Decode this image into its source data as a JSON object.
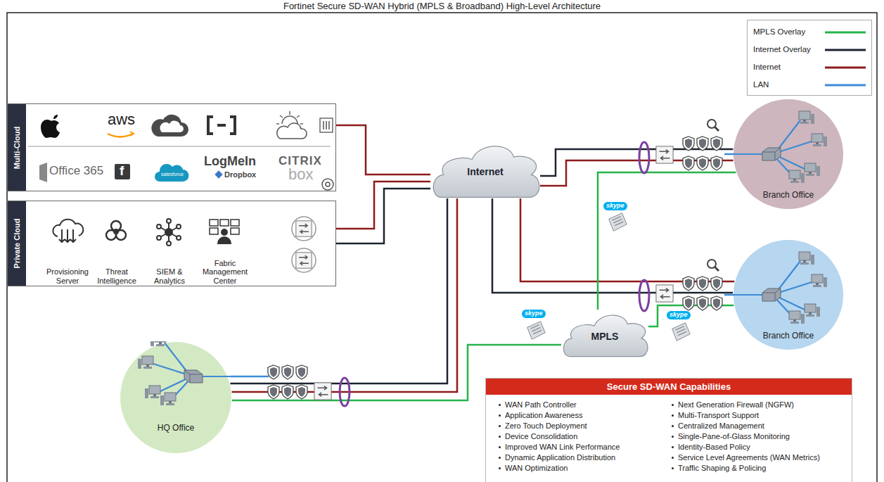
{
  "diagram": {
    "title": "Fortinet Secure SD-WAN Hybrid (MPLS & Broadband) High-Level Architecture",
    "nodes": [
      {
        "text": [
          "Multi-Cloud"
        ]
      },
      {
        "text": [
          "Private Cloud"
        ]
      },
      {
        "text": [
          "Provisioning Server"
        ],
        "in": 1
      },
      {
        "text": [
          "Threat Intelligence"
        ],
        "in": 1
      },
      {
        "text": [
          "SIEM & Analytics"
        ],
        "in": 1
      },
      {
        "text": [
          "Fabric Management Center"
        ],
        "in": 1
      },
      {
        "text": [
          "Internet"
        ]
      },
      {
        "text": [
          "Branch Office"
        ]
      },
      {
        "text": [
          "Branch Office"
        ]
      },
      {
        "text": [
          "MPLS"
        ]
      },
      {
        "text": [
          "HQ Office"
        ]
      },
      {
        "text": [
          "Secure SD-WAN Capabilities",
          "WAN Path Controller",
          "Application Awareness",
          "Zero Touch Deployment",
          "Device Consolidation",
          "Improved WAN Link Performance",
          "Dynamic Application Distribution",
          "WAN Optimization",
          "Next Generation Firewall (NGFW)",
          "Multi-Transport Support",
          "Centralized Management",
          "Single-Pane-of-Glass Monitoring",
          "Identity-Based Policy",
          "Service Level Agreements (WAN Metrics)",
          "Traffic Shaping & Policing"
        ]
      }
    ],
    "edges": [
      {
        "from": 0,
        "to": 6,
        "arrow": "none"
      },
      {
        "from": 1,
        "to": 6,
        "arrow": "none"
      },
      {
        "from": 1,
        "to": 6,
        "arrow": "none"
      },
      {
        "from": 6,
        "to": 7,
        "arrow": "none"
      },
      {
        "from": 6,
        "to": 7,
        "arrow": "none"
      },
      {
        "from": 6,
        "to": 8,
        "arrow": "none"
      },
      {
        "from": 6,
        "to": 8,
        "arrow": "none"
      },
      {
        "from": 10,
        "to": 6,
        "arrow": "none"
      },
      {
        "from": 10,
        "to": 6,
        "arrow": "none"
      },
      {
        "from": 10,
        "to": 9,
        "arrow": "none"
      },
      {
        "from": 9,
        "to": 7,
        "arrow": "none"
      },
      {
        "from": 9,
        "to": 8,
        "arrow": "none"
      }
    ],
    "labels": [
      "aws",
      "Office 365",
      "f",
      "salesforce",
      "LogMeIn",
      "Dropbox",
      "CITRIX",
      "box",
      "skype",
      "skype",
      "skype"
    ],
    "legend": [
      {
        "text": "MPLS Overlay"
      },
      {
        "text": "Internet Overlay"
      },
      {
        "text": "Internet"
      },
      {
        "text": "LAN"
      }
    ]
  }
}
